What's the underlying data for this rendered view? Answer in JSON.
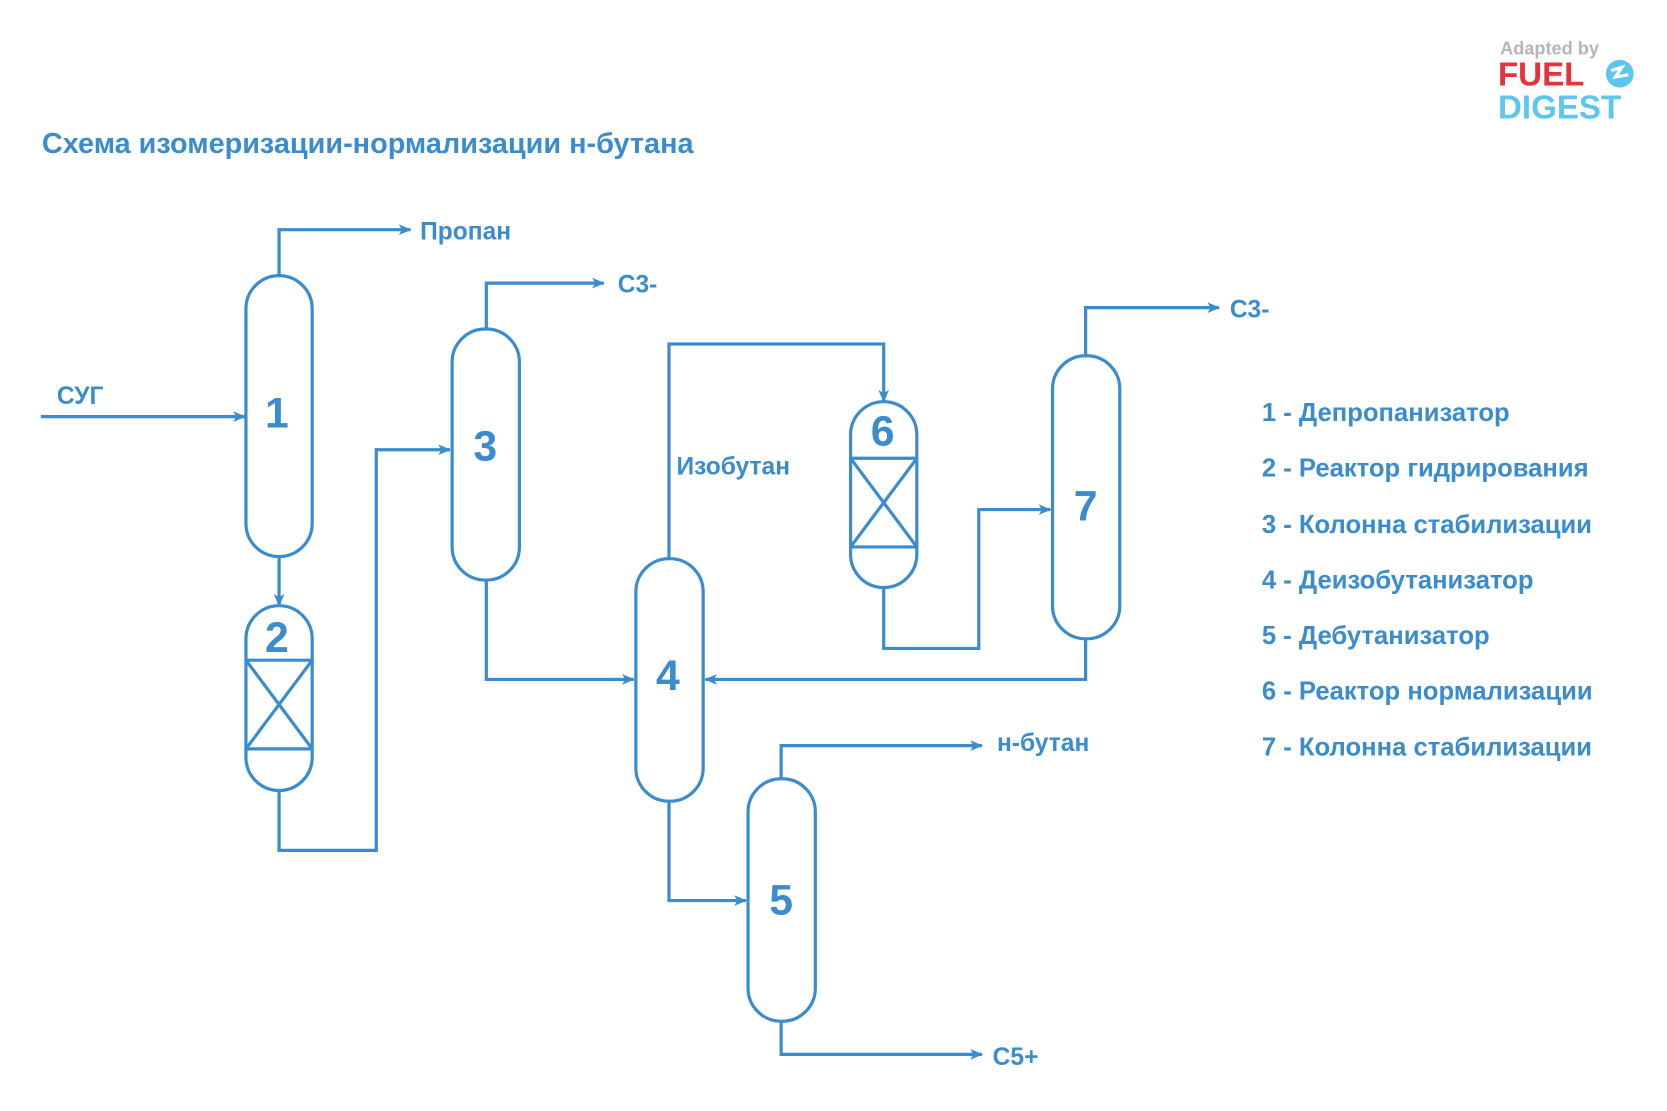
{
  "title": "Схема изомеризации-нормализации н-бутана",
  "logo": {
    "adapted_by": "Adapted by",
    "line1": "FUEL",
    "line2": "DIGEST",
    "colors": {
      "adapted": "#b5b5b5",
      "fuel": "#e8323a",
      "digest": "#5cc6ef"
    }
  },
  "colors": {
    "primary": "#3a8ccf",
    "background": "#ffffff"
  },
  "units": [
    {
      "id": "1",
      "number": "1",
      "type": "column",
      "name": "Депропанизатор"
    },
    {
      "id": "2",
      "number": "2",
      "type": "reactor",
      "name": "Реактор гидрирования"
    },
    {
      "id": "3",
      "number": "3",
      "type": "column",
      "name": "Колонна стабилизации"
    },
    {
      "id": "4",
      "number": "4",
      "type": "column",
      "name": "Деизобутанизатор"
    },
    {
      "id": "5",
      "number": "5",
      "type": "column",
      "name": "Дебутанизатор"
    },
    {
      "id": "6",
      "number": "6",
      "type": "reactor",
      "name": "Реактор нормализации"
    },
    {
      "id": "7",
      "number": "7",
      "type": "column",
      "name": "Колонна стабилизации"
    }
  ],
  "streams": {
    "feed": "СУГ",
    "propane": "Пропан",
    "c3_minus_unit3": "С3-",
    "c3_minus_unit7": "С3-",
    "isobutane": "Изобутан",
    "n_butane": "н-бутан",
    "c5_plus": "С5+"
  },
  "connections": [
    {
      "from": "feed",
      "to": "1"
    },
    {
      "from": "1",
      "to": "propane"
    },
    {
      "from": "1",
      "to": "2"
    },
    {
      "from": "2",
      "to": "3"
    },
    {
      "from": "3",
      "to": "c3_minus_unit3"
    },
    {
      "from": "3",
      "to": "4"
    },
    {
      "from": "4",
      "to": "6",
      "label": "isobutane"
    },
    {
      "from": "6",
      "to": "7"
    },
    {
      "from": "7",
      "to": "c3_minus_unit7"
    },
    {
      "from": "7",
      "to": "4"
    },
    {
      "from": "4",
      "to": "5"
    },
    {
      "from": "5",
      "to": "n_butane"
    },
    {
      "from": "5",
      "to": "c5_plus"
    }
  ],
  "legend": [
    "1 - Депропанизатор",
    "2 - Реактор гидрирования",
    "3 - Колонна стабилизации",
    "4 - Деизобутанизатор",
    "5 - Дебутанизатор",
    "6 - Реактор нормализации",
    "7 - Колонна стабилизации"
  ]
}
